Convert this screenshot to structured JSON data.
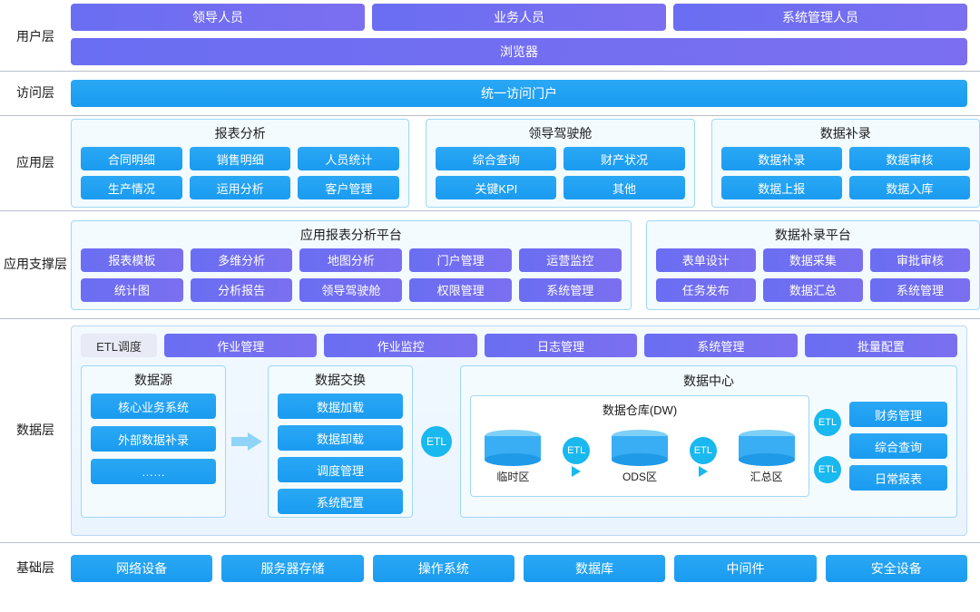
{
  "layers": {
    "user": {
      "label": "用户层",
      "roles": [
        "领导人员",
        "业务人员",
        "系统管理人员"
      ],
      "browser": "浏览器"
    },
    "access": {
      "label": "访问层",
      "portal": "统一访问门户"
    },
    "application": {
      "label": "应用层",
      "groups": [
        {
          "title": "报表分析",
          "items": [
            "合同明细",
            "销售明细",
            "人员统计",
            "生产情况",
            "运用分析",
            "客户管理"
          ]
        },
        {
          "title": "领导驾驶舱",
          "items": [
            "综合查询",
            "财产状况",
            "关键KPI",
            "其他"
          ]
        },
        {
          "title": "数据补录",
          "items": [
            "数据补录",
            "数据审核",
            "数据上报",
            "数据入库"
          ]
        }
      ]
    },
    "support": {
      "label": "应用支撑层",
      "groups": [
        {
          "title": "应用报表分析平台",
          "items": [
            "报表模板",
            "多维分析",
            "地图分析",
            "门户管理",
            "运营监控",
            "统计图",
            "分析报告",
            "领导驾驶舱",
            "权限管理",
            "系统管理"
          ]
        },
        {
          "title": "数据补录平台",
          "items": [
            "表单设计",
            "数据采集",
            "审批审核",
            "任务发布",
            "数据汇总",
            "系统管理"
          ]
        }
      ]
    },
    "data": {
      "label": "数据层",
      "etl_tag": "ETL调度",
      "etl_items": [
        "作业管理",
        "作业监控",
        "日志管理",
        "系统管理",
        "批量配置"
      ],
      "source": {
        "title": "数据源",
        "items": [
          "核心业务系统",
          "外部数据补录",
          "……"
        ]
      },
      "exchange": {
        "title": "数据交换",
        "items": [
          "数据加载",
          "数据卸载",
          "调度管理",
          "系统配置"
        ]
      },
      "etl_badge": "ETL",
      "center": {
        "title": "数据中心",
        "warehouse": {
          "title": "数据仓库(DW)",
          "zones": [
            "临时区",
            "ODS区",
            "汇总区"
          ],
          "link_label": "ETL"
        },
        "outputs": [
          "财务管理",
          "综合查询",
          "日常报表"
        ]
      }
    },
    "base": {
      "label": "基础层",
      "items": [
        "网络设备",
        "服务器存储",
        "操作系统",
        "数据库",
        "中间件",
        "安全设备"
      ]
    }
  },
  "colors": {
    "purple": "#6f6ff0",
    "blue": "#1da1f2",
    "cyan": "#19b8ef",
    "divider": "#b9bec9"
  }
}
